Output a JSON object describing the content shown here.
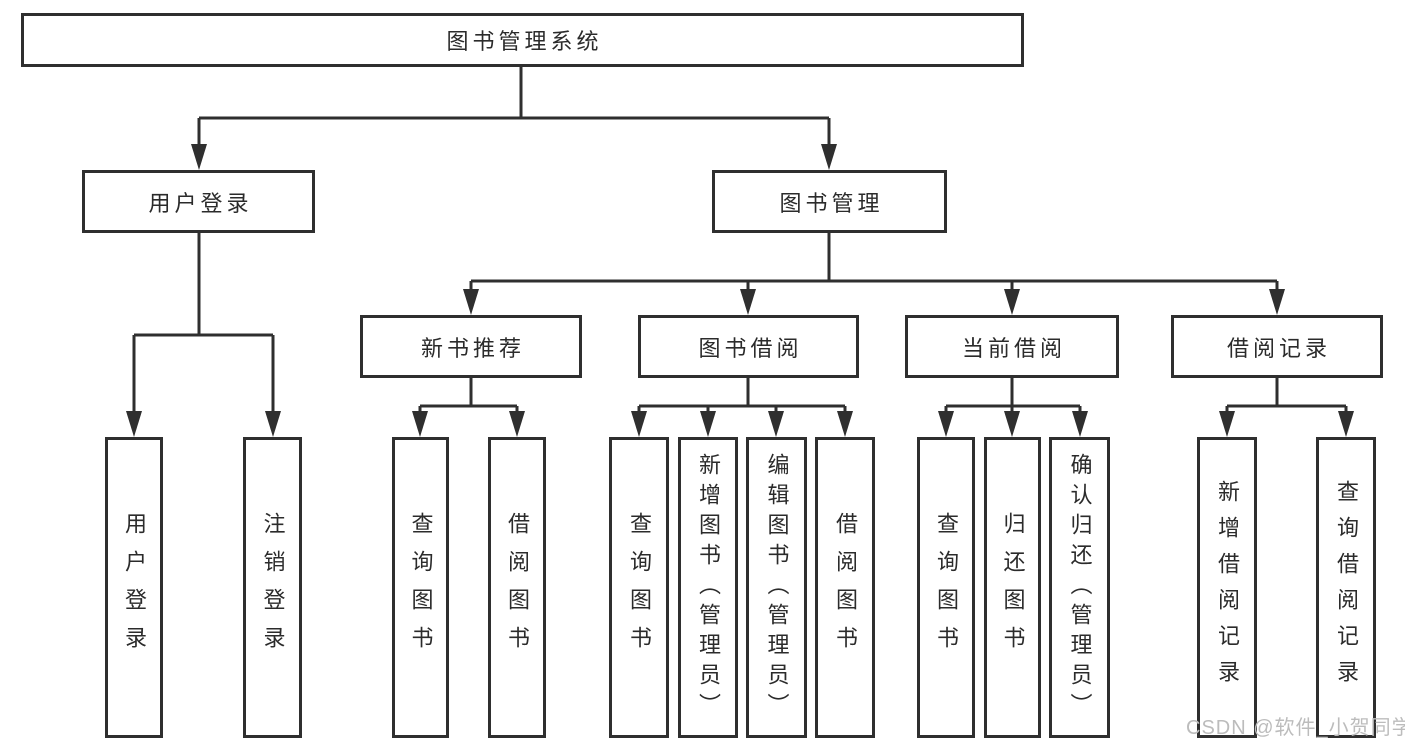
{
  "tree": {
    "label": "图书管理系统",
    "children": [
      {
        "label": "用户登录",
        "children": [
          {
            "label": "用户登录"
          },
          {
            "label": "注销登录"
          }
        ]
      },
      {
        "label": "图书管理",
        "children": [
          {
            "label": "新书推荐",
            "children": [
              {
                "label": "查询图书"
              },
              {
                "label": "借阅图书"
              }
            ]
          },
          {
            "label": "图书借阅",
            "children": [
              {
                "label": "查询图书"
              },
              {
                "label": "新增图书（管理员）"
              },
              {
                "label": "编辑图书（管理员）"
              },
              {
                "label": "借阅图书"
              }
            ]
          },
          {
            "label": "当前借阅",
            "children": [
              {
                "label": "查询图书"
              },
              {
                "label": "归还图书"
              },
              {
                "label": "确认归还（管理员）"
              }
            ]
          },
          {
            "label": "借阅记录",
            "children": [
              {
                "label": "新增借阅记录"
              },
              {
                "label": "查询借阅记录"
              }
            ]
          }
        ]
      }
    ]
  },
  "colors": {
    "line": "#2f2f2f",
    "text": "#2b2b2b",
    "watermark": "#bcbcbc",
    "background": "#ffffff"
  },
  "watermark": {
    "text": "CSDN @软件_小贺同学"
  }
}
